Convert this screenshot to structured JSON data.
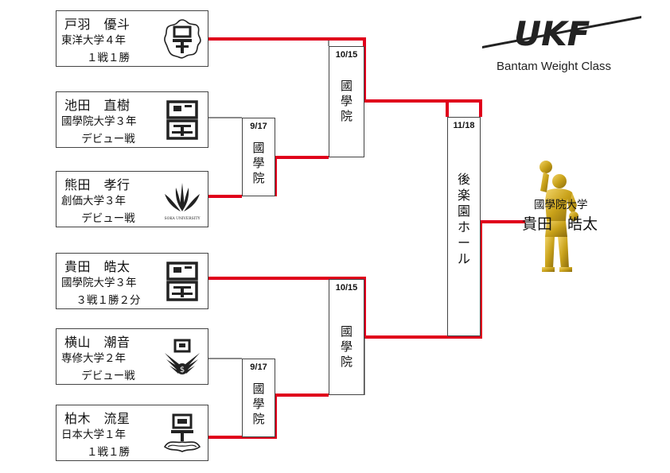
{
  "header": {
    "logo_text": "UKF",
    "weight_class": "Bantam Weight Class"
  },
  "entries": [
    {
      "name": "戸羽　優斗",
      "school": "東洋大学４年",
      "record": "１戦１勝",
      "logo": "toyo-emblem"
    },
    {
      "name": "池田　直樹",
      "school": "國學院大学３年",
      "record": "デビュー戦",
      "logo": "kokugakuin-emblem"
    },
    {
      "name": "熊田　孝行",
      "school": "創価大学３年",
      "record": "デビュー戦",
      "logo": "soka-emblem",
      "logo_text": "SOKA UNIVERSITY"
    },
    {
      "name": "貴田　皓太",
      "school": "國學院大学３年",
      "record": "３戦１勝２分",
      "logo": "kokugakuin-emblem"
    },
    {
      "name": "横山　潮音",
      "school": "専修大学２年",
      "record": "デビュー戦",
      "logo": "senshu-emblem"
    },
    {
      "name": "柏木　流星",
      "school": "日本大学１年",
      "record": "１戦１勝",
      "logo": "nihon-emblem"
    }
  ],
  "rounds": {
    "semi_top": {
      "date": "9/17",
      "winner": "國\n學\n院"
    },
    "semi_bottom": {
      "date": "9/17",
      "winner": "國\n學\n院"
    },
    "qf_top": {
      "date": "10/15",
      "winner": "國\n學\n院"
    },
    "qf_bottom": {
      "date": "10/15",
      "winner": "國\n學\n院"
    },
    "final": {
      "date": "11/18",
      "venue": "後\n楽\n園\nホ\nー\nル"
    }
  },
  "champion": {
    "school": "國學院大学",
    "name": "貴田　皓太",
    "figure_color": "#c9a21a"
  },
  "colors": {
    "winner_line": "#e0001b",
    "loser_line": "#444444"
  }
}
